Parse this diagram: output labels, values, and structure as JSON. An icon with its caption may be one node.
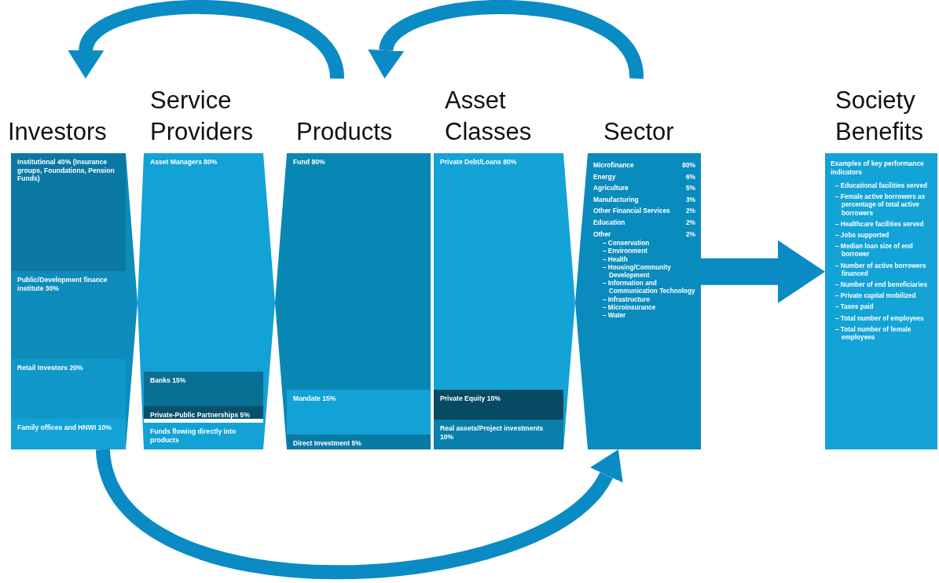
{
  "diagram": {
    "nodes": [
      {
        "text": [
          "Investors"
        ]
      },
      {
        "text": [
          "Institutional 40% (Insurance groups, Foundations, Pension Funds)"
        ],
        "in": 0
      },
      {
        "text": [
          "Public/Development finance institute 30%"
        ],
        "in": 0
      },
      {
        "text": [
          "Retail Investors 20%"
        ],
        "in": 0
      },
      {
        "text": [
          "Family offices and HNWI 10%"
        ],
        "in": 0
      },
      {
        "text": [
          "Service Providers"
        ]
      },
      {
        "text": [
          "Asset Managers 80%"
        ],
        "in": 5
      },
      {
        "text": [
          "Banks 15%"
        ],
        "in": 5
      },
      {
        "text": [
          "Private-Public Partnerships 5%"
        ],
        "in": 5
      },
      {
        "text": [
          "Funds flowing directly into products"
        ],
        "in": 5
      },
      {
        "text": [
          "Products"
        ]
      },
      {
        "text": [
          "Fund 80%"
        ],
        "in": 10
      },
      {
        "text": [
          "Mandate 15%"
        ],
        "in": 10
      },
      {
        "text": [
          "Direct Investment 5%"
        ],
        "in": 10
      },
      {
        "text": [
          "Asset Classes"
        ]
      },
      {
        "text": [
          "Private Debt/Loans 80%"
        ],
        "in": 14
      },
      {
        "text": [
          "Private Equity 10%"
        ],
        "in": 14
      },
      {
        "text": [
          "Real assets/Project investments 10%"
        ],
        "in": 14
      },
      {
        "text": [
          "Sector",
          "Microfinance",
          "80%",
          "Energy",
          "6%",
          "Agriculture",
          "5%",
          "Manufacturing",
          "3%",
          "Other Financial Services",
          "2%",
          "Education",
          "2%",
          "Other",
          "2%",
          "– Conservation",
          "– Environment",
          "– Health",
          "– Housing/Community Development",
          "– Information and Communication Technology",
          "– Infrastructure",
          "– Microinsurance",
          "– Water"
        ]
      },
      {
        "text": [
          "Society Benefits",
          "Examples of key performance indicators",
          "– Educational facilities served",
          "– Female active borrowers as percentage of total active borrowers",
          "– Healthcare facilities served",
          "– Jobs supported",
          "– Median loan size of end borrower",
          "– Number of active borrowers financed",
          "– Number of end beneficiaries",
          "– Private capital mobilized",
          "– Taxes paid",
          "– Total number of employees",
          "– Total number of female employees"
        ]
      }
    ],
    "edges": [
      {
        "from": 10,
        "to": 0,
        "arrow": "to"
      },
      {
        "from": 18,
        "to": 10,
        "arrow": "to"
      },
      {
        "from": 0,
        "to": 18,
        "arrow": "to"
      },
      {
        "from": 18,
        "to": 19,
        "arrow": "to",
        "style": "thick"
      }
    ]
  }
}
